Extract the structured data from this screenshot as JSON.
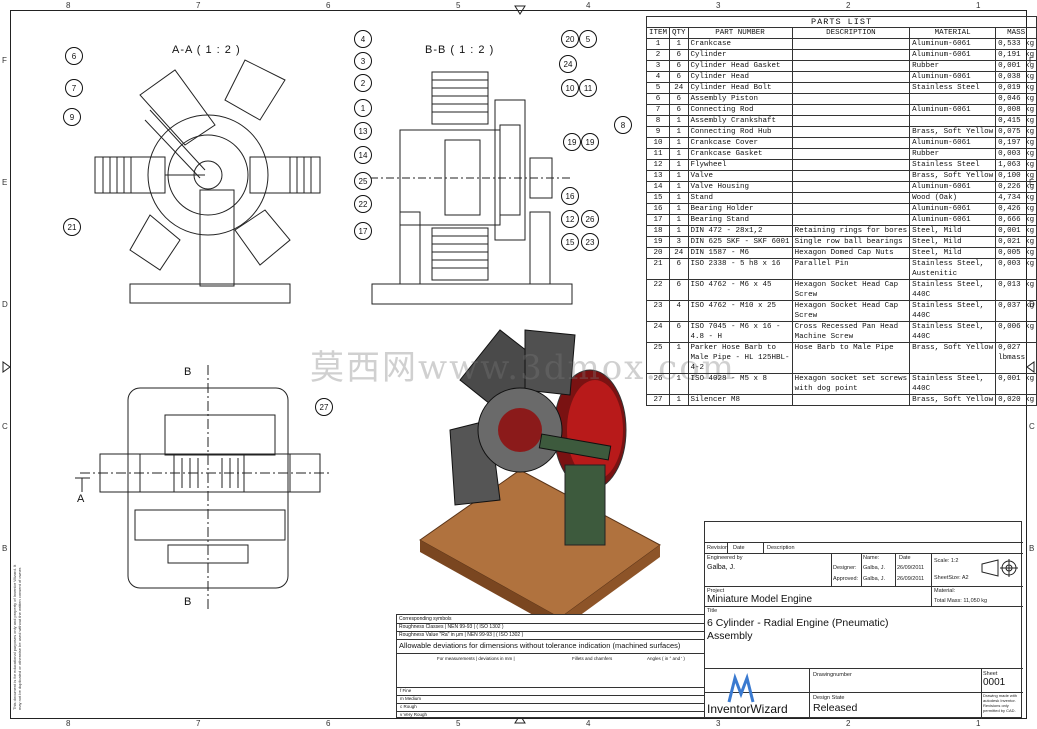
{
  "zones_top": [
    "8",
    "7",
    "6",
    "5",
    "4",
    "3",
    "2",
    "1"
  ],
  "zones_side": [
    "F",
    "E",
    "D",
    "C",
    "B"
  ],
  "views": {
    "aa": "A-A ( 1 : 2 )",
    "bb": "B-B ( 1 : 2 )",
    "section_b": "B",
    "section_a": "A"
  },
  "balloons": [
    "6",
    "7",
    "9",
    "21",
    "4",
    "3",
    "2",
    "1",
    "13",
    "14",
    "25",
    "22",
    "17",
    "20",
    "5",
    "24",
    "10",
    "11",
    "8",
    "19",
    "19",
    "16",
    "12",
    "26",
    "15",
    "23",
    "27"
  ],
  "parts_list": {
    "title": "PARTS LIST",
    "headers": [
      "ITEM",
      "QTY",
      "PART NUMBER",
      "DESCRIPTION",
      "MATERIAL",
      "MASS"
    ],
    "rows": [
      [
        "1",
        "1",
        "Crankcase",
        "",
        "Aluminum-6061",
        "0,533 kg"
      ],
      [
        "2",
        "6",
        "Cylinder",
        "",
        "Aluminum-6061",
        "0,191 kg"
      ],
      [
        "3",
        "6",
        "Cylinder Head Gasket",
        "",
        "Rubber",
        "0,001 kg"
      ],
      [
        "4",
        "6",
        "Cylinder Head",
        "",
        "Aluminum-6061",
        "0,038 kg"
      ],
      [
        "5",
        "24",
        "Cylinder Head Bolt",
        "",
        "Stainless Steel",
        "0,019 kg"
      ],
      [
        "6",
        "6",
        "Assembly Piston",
        "",
        "",
        "0,046 kg"
      ],
      [
        "7",
        "6",
        "Connecting Rod",
        "",
        "Aluminum-6061",
        "0,008 kg"
      ],
      [
        "8",
        "1",
        "Assembly Crankshaft",
        "",
        "",
        "0,415 kg"
      ],
      [
        "9",
        "1",
        "Connecting Rod Hub",
        "",
        "Brass, Soft Yellow",
        "0,075 kg"
      ],
      [
        "10",
        "1",
        "Crankcase Cover",
        "",
        "Aluminum-6061",
        "0,197 kg"
      ],
      [
        "11",
        "1",
        "Crankcase Gasket",
        "",
        "Rubber",
        "0,003 kg"
      ],
      [
        "12",
        "1",
        "Flywheel",
        "",
        "Stainless Steel",
        "1,063 kg"
      ],
      [
        "13",
        "1",
        "Valve",
        "",
        "Brass, Soft Yellow",
        "0,100 kg"
      ],
      [
        "14",
        "1",
        "Valve Housing",
        "",
        "Aluminum-6061",
        "0,226 kg"
      ],
      [
        "15",
        "1",
        "Stand",
        "",
        "Wood (Oak)",
        "4,734 kg"
      ],
      [
        "16",
        "1",
        "Bearing Holder",
        "",
        "Aluminum-6061",
        "0,426 kg"
      ],
      [
        "17",
        "1",
        "Bearing Stand",
        "",
        "Aluminum-6061",
        "0,666 kg"
      ],
      [
        "18",
        "1",
        "DIN 472 - 28x1,2",
        "Retaining rings for bores",
        "Steel, Mild",
        "0,001 kg"
      ],
      [
        "19",
        "3",
        "DIN 625 SKF - SKF 6001",
        "Single row ball bearings",
        "Steel, Mild",
        "0,021 kg"
      ],
      [
        "20",
        "24",
        "DIN 1587 - M6",
        "Hexagon Domed Cap Nuts",
        "Steel, Mild",
        "0,005 kg"
      ],
      [
        "21",
        "6",
        "ISO 2338 - 5 h8 x 16",
        "Parallel Pin",
        "Stainless Steel, Austenitic",
        "0,003 kg"
      ],
      [
        "22",
        "6",
        "ISO 4762 - M6 x 45",
        "Hexagon Socket Head Cap Screw",
        "Stainless Steel, 440C",
        "0,013 kg"
      ],
      [
        "23",
        "4",
        "ISO 4762 - M10 x 25",
        "Hexagon Socket Head Cap Screw",
        "Stainless Steel, 440C",
        "0,037 kg"
      ],
      [
        "24",
        "6",
        "ISO 7045 - M6 x 16 - 4.8 - H",
        "Cross Recessed Pan Head Machine Screw",
        "Stainless Steel, 440C",
        "0,006 kg"
      ],
      [
        "25",
        "1",
        "Parker Hose Barb to Male Pipe - HL 125HBL-4-2",
        "Hose Barb to Male Pipe",
        "Brass, Soft Yellow",
        "0,027 lbmass"
      ],
      [
        "26",
        "1",
        "ISO 4028 - M5 x 8",
        "Hexagon socket set screws with dog point",
        "Stainless Steel, 440C",
        "0,001 kg"
      ],
      [
        "27",
        "1",
        "Silencer M8",
        "",
        "Brass, Soft Yellow",
        "0,020 kg"
      ]
    ]
  },
  "title_block": {
    "revision": "Revision",
    "date": "Date",
    "description": "Description",
    "engineered_by_label": "Engineered by",
    "engineer": "Galba, J.",
    "name_label": "Name:",
    "date_label": "Date",
    "scale_label": "Scale: 1:2",
    "designer_label": "Designer:",
    "designer_name": "Galba, J.",
    "designer_date": "26/09/2011",
    "approved_label": "Approved:",
    "approved_name": "Galba, J.",
    "approved_date": "26/09/2011",
    "sheetsize": "SheetSize: A2",
    "project_label": "Project",
    "project": "Miniature Model Engine",
    "material_label": "Material:",
    "total_mass": "Total Mass: 11,050 kg",
    "title_label": "Title",
    "title": "6 Cylinder - Radial Engine (Pneumatic)",
    "subtitle": "Assembly",
    "drawingnumber_label": "Drawingnumber",
    "sheet_label": "Sheet",
    "sheet": "0001",
    "design_state_label": "Design State",
    "design_state": "Released",
    "logo": "InventorWizard",
    "note": "Drawing made with autodesk Inventor. Revisions only permitted by CAD."
  },
  "tolerance": {
    "corr": "Corresponding symbols",
    "rough1": "Roughness Classes | NEN 99-93 | ( ISO 1302 )",
    "rough2": "Roughness Value \"Ra\" in μm | NEN 99-93 | ( ISO 1302 )",
    "heading": "Allowable deviations for dimensions without tolerance indication (machined surfaces)",
    "dims": "For measurements | deviations in mm |",
    "fillets": "Fillets and chamfers",
    "angles": "Angles ( in ° and ' )",
    "rows": [
      "f  Fine",
      "m  Medium",
      "c  Rough",
      "v  Very Rough"
    ]
  },
  "watermark": "莫西网www.3dmox.com",
  "side_note": "This document is for educational purposes only and property of Inventor Wizard. It may not be duplicated or otherwise be used without the written consent of owner."
}
